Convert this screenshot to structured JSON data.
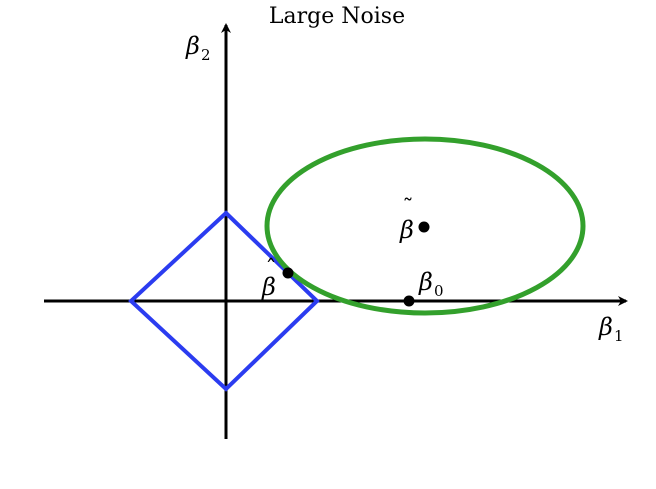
{
  "title": "Large Noise",
  "labels": {
    "axis_x": "β",
    "axis_x_sub": "1",
    "axis_y": "β",
    "axis_y_sub": "2",
    "beta_zero": "β",
    "beta_zero_sub": "0",
    "beta_tilde": "β",
    "beta_tilde_accent": "˜",
    "beta_hat": "β",
    "beta_hat_accent": "ˆ"
  },
  "colors": {
    "axes": "#000000",
    "constraint_region": "#2b3cf0",
    "contour_ellipse": "#33a02c",
    "points": "#000000"
  }
}
